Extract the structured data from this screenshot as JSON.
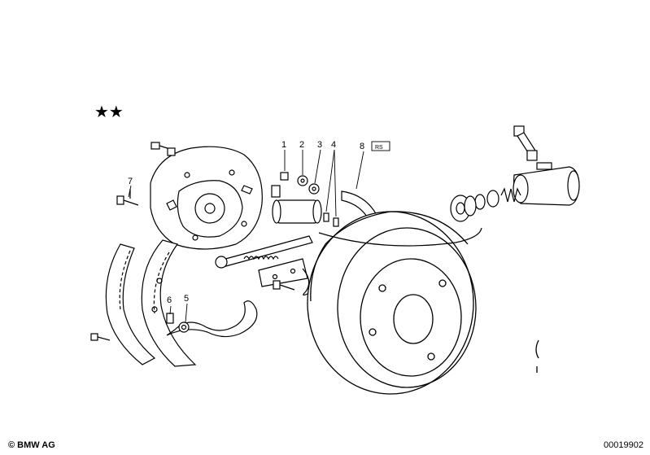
{
  "diagram": {
    "stars": "★★",
    "part_numbers": [
      "1",
      "2",
      "3",
      "4",
      "5",
      "6",
      "7",
      "8"
    ],
    "part_8_tag": "RS"
  },
  "footer": {
    "copyright": "© BMW AG",
    "doc_number": "00019902"
  },
  "colors": {
    "line": "#000000",
    "background": "#ffffff"
  }
}
